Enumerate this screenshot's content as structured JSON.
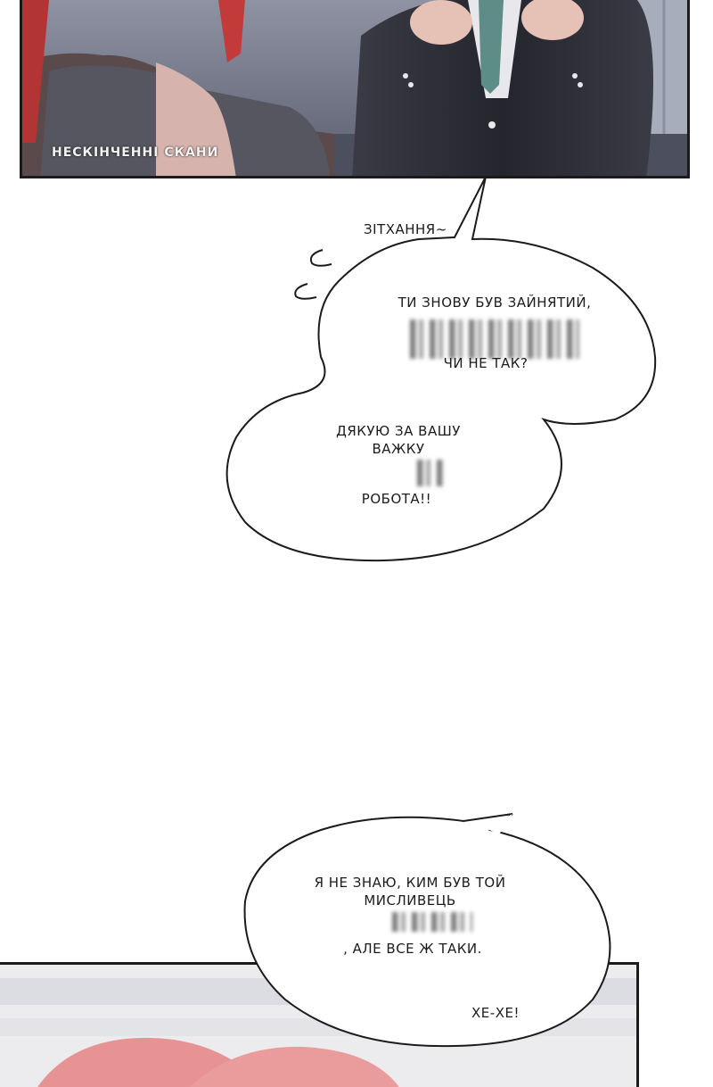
{
  "watermark": "НЕСКІНЧЕННІ СКАНИ",
  "bubble_top": {
    "sigh": "ЗІТХАННЯ~",
    "line1": "ТИ ЗНОВУ БУВ ЗАЙНЯТИЙ,",
    "line2": "ЧИ НЕ ТАК?",
    "line3": "ДЯКУЮ ЗА ВАШУ",
    "line4": "ВАЖКУ",
    "line5": "РОБОТА!!"
  },
  "bubble_bottom": {
    "line1": "Я НЕ ЗНАЮ, КИМ БУВ ТОЙ",
    "line2": "МИСЛИВЕЦЬ",
    "line3": ", АЛЕ ВСЕ Ж ТАКИ.",
    "line4": "ХЕ-ХЕ!"
  },
  "colors": {
    "panel_bg": "#6f7283",
    "suit": "#2a2b33",
    "hair": "#c33a3a",
    "tie": "#5d8d86",
    "bubble_stroke": "#1b1b1b",
    "bottom_panel_bg": "#e9e9ec",
    "pink_hair": "#e79393"
  }
}
